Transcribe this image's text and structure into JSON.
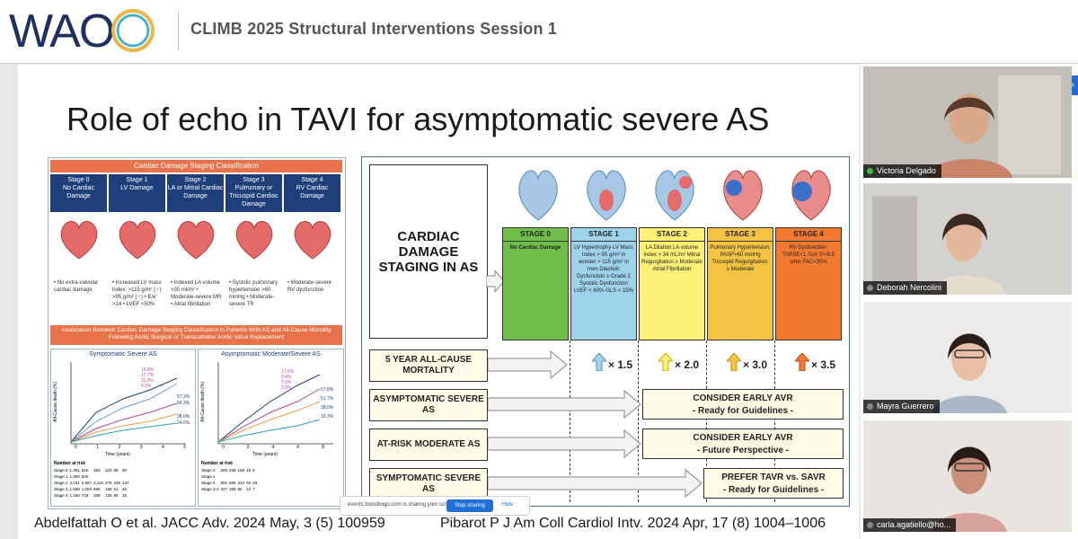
{
  "header": {
    "logo_text": "WAO",
    "session_title": "CLIMB 2025 Structural Interventions Session 1"
  },
  "slide": {
    "title": "Role of echo in TAVI for asymptomatic severe AS",
    "left_figure": {
      "banner": "Cardiac Damage Staging Classification",
      "stages": [
        {
          "label": "Stage 0",
          "name": "No Cardiac Damage",
          "desc": "• No extra-valvular cardiac damage"
        },
        {
          "label": "Stage 1",
          "name": "LV Damage",
          "desc": "• Increased LV mass index: >115 g/m² (♂) >95 g/m² (♀) • E/e' >14 • LVEF <50%"
        },
        {
          "label": "Stage 2",
          "name": "LA or Mitral Cardiac Damage",
          "desc": "• Indexed LA volume >35 ml/m² • Moderate-severe MR • Atrial fibrillation"
        },
        {
          "label": "Stage 3",
          "name": "Pulmonary or Tricuspid Cardiac Damage",
          "desc": "• Systolic pulmonary hypertension >60 mmHg • Moderate-severe TR"
        },
        {
          "label": "Stage 4",
          "name": "RV Cardiac Damage",
          "desc": "• Moderate-severe RV dysfunction"
        }
      ],
      "association_banner": "Association Between Cardiac Damage Staging Classification in Patients With AS and All-Cause Mortality Following Aortic Surgical or Transcatheter Aortic Valve Replacement",
      "km_left": {
        "title": "Symptomatic Severe AS",
        "ylabel": "All-Cause death (%)",
        "xlabel": "Time (years)",
        "end_values": [
          "19.8%",
          "17.7%",
          "11.0%",
          "6.6%",
          "57.3%",
          "56.3%",
          "38.0%",
          "24.0%"
        ],
        "xticks": [
          "0",
          "1",
          "2",
          "3",
          "4",
          "5"
        ],
        "at_risk_label": "Number at risk",
        "rows": [
          {
            "stage": "Stage 0",
            "values": [
              "1,391",
              "526",
              "383",
              "120",
              "98",
              "90"
            ]
          },
          {
            "stage": "Stage 1",
            "values": [
              "1,993",
              "626",
              "",
              "",
              "",
              ""
            ]
          },
          {
            "stage": "Stage 2",
            "values": [
              "4,231",
              "2,857",
              "2,116",
              "378",
              "336",
              "247"
            ]
          },
          {
            "stage": "Stage 3",
            "values": [
              "1,688",
              "1,004",
              "699",
              "188",
              "61",
              "45"
            ]
          },
          {
            "stage": "Stage 4",
            "values": [
              "1,168",
              "718",
              "359",
              "135",
              "86",
              "35"
            ]
          }
        ]
      },
      "km_right": {
        "title": "Asymptomatic Moderate/Severe AS",
        "ylabel": "All-Cause death (%)",
        "xlabel": "Time (years)",
        "end_values": [
          "17.6%",
          "9.4%",
          "7.6%",
          "3.9%",
          "67.8%",
          "51.7%",
          "38.0%",
          "19.3%"
        ],
        "xticks": [
          "0",
          "2",
          "4",
          "6",
          "8"
        ],
        "at_risk_label": "Number at risk",
        "rows": [
          {
            "stage": "Stage 0",
            "values": [
              "289",
              "238",
              "159",
              "15",
              "6"
            ]
          },
          {
            "stage": "Stage 1",
            "values": [
              "",
              "",
              "",
              "",
              ""
            ]
          },
          {
            "stage": "Stage 2",
            "values": [
              "892",
              "665",
              "443",
              "65",
              "28"
            ]
          },
          {
            "stage": "Stage 3-4",
            "values": [
              "327",
              "189",
              "95",
              "10",
              "7"
            ]
          }
        ]
      }
    },
    "right_figure": {
      "main_label": "CARDIAC DAMAGE STAGING IN AS",
      "stages": [
        {
          "title": "STAGE 0",
          "body": "No Cardiac Damage",
          "color": "#6fbf4a"
        },
        {
          "title": "STAGE 1",
          "body": "LV Hypertrophy LV Mass Index > 95 g/m² in women > 115 g/m² in men  Diastolic Dysfunction ≥ Grade 2  Systolic Dysfunction LVEF < 60% GLS < 15%",
          "color": "#9fd3ec"
        },
        {
          "title": "STAGE 2",
          "body": "LA Dilation LA volume index > 34 mL/m²  Mitral Regurgitation ≥ Moderate  Atrial Fibrillation",
          "color": "#fff176"
        },
        {
          "title": "STAGE 3",
          "body": "Pulmonary Hypertension: PASP>60 mmHg  Tricuspid Regurgitation: ≥ Moderate",
          "color": "#f5c343"
        },
        {
          "title": "STAGE 4",
          "body": "RV Dysfunction: TAPSE<1.7cm S'<9.5 cm/s FAC<35%",
          "color": "#f27a30"
        }
      ],
      "rows": [
        {
          "label": "5 YEAR ALL-CAUSE MORTALITY"
        },
        {
          "label": "ASYMPTOMATIC SEVERE AS"
        },
        {
          "label": "AT-RISK MODERATE AS"
        },
        {
          "label": "SYMPTOMATIC SEVERE AS"
        }
      ],
      "multipliers": [
        "× 1.5",
        "× 2.0",
        "× 3.0",
        "× 3.5"
      ],
      "recommendations": [
        {
          "line1": "CONSIDER EARLY AVR",
          "line2": "- Ready for Guidelines -"
        },
        {
          "line1": "CONSIDER EARLY AVR",
          "line2": "- Future Perspective -"
        },
        {
          "line1": "PREFER TAVR vs. SAVR",
          "line2": "- Ready for Guidelines -"
        }
      ]
    },
    "citations": {
      "left": "Abdelfattah O et al. JACC Adv. 2024 May, 3 (5) 100959",
      "right": "Pibarot P J Am Coll Cardiol Intv. 2024 Apr, 17 (8) 1004–1006"
    }
  },
  "share_bar": {
    "message": "events.boostlingo.com is sharing your screen.",
    "stop_label": "Stop sharing",
    "hide_label": "Hide"
  },
  "participants": [
    {
      "name": "Victoria Delgado",
      "active": true
    },
    {
      "name": "Deborah Nercolini",
      "active": false
    },
    {
      "name": "Mayra Guerrero",
      "active": false
    },
    {
      "name": "carla.agatiello@ho...",
      "active": false
    }
  ],
  "colors": {
    "accent_blue": "#1f6fd8",
    "active_green": "#3fbf3f"
  }
}
